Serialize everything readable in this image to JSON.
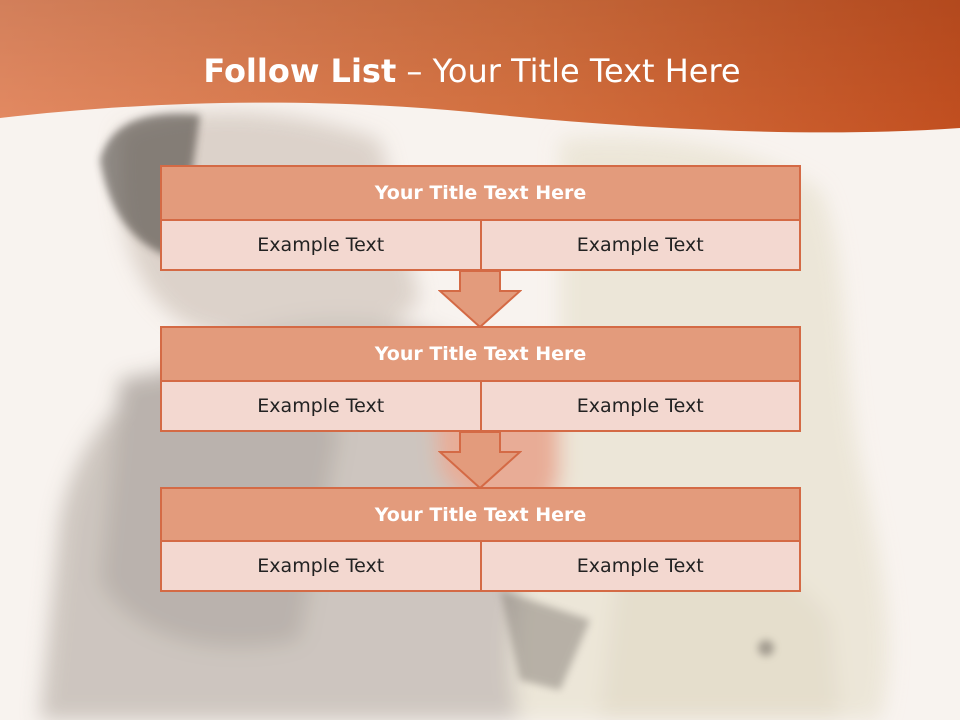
{
  "slide": {
    "title_bold": "Follow List",
    "title_rest": " – Your Title Text Here"
  },
  "theme": {
    "accent": "#d46a45",
    "header_light": "#e07c52",
    "header_dark": "#c0501f",
    "block_title_bg": "#e39b7c",
    "cell_bg": "#f3d8d0"
  },
  "blocks": [
    {
      "title": "Your Title Text Here",
      "cells": [
        "Example Text",
        "Example Text"
      ]
    },
    {
      "title": "Your Title Text Here",
      "cells": [
        "Example Text",
        "Example Text"
      ]
    },
    {
      "title": "Your Title Text Here",
      "cells": [
        "Example Text",
        "Example Text"
      ]
    }
  ],
  "arrows": [
    "arrow-down-icon",
    "arrow-down-icon"
  ]
}
